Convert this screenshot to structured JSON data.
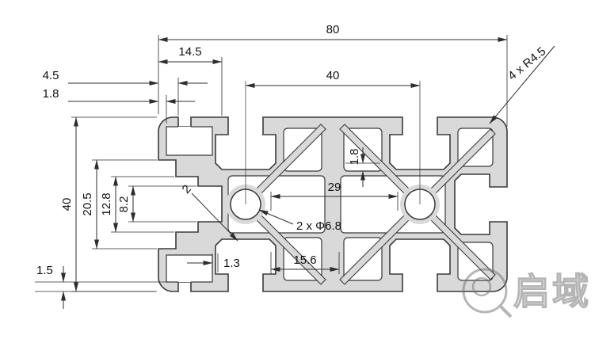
{
  "drawing": {
    "dimensions": {
      "overall_width": "80",
      "left_section_depth": "14.5",
      "top_left_wall": "4.5",
      "left_outer_wall": "1.8",
      "slot_center_span": "40",
      "corner_radius_callout": "4 x R4.5",
      "overall_height": "40",
      "left_slot_outer": "20.5",
      "left_slot_mid": "12.8",
      "left_slot_opening": "8.2",
      "inner_wall": "1.8",
      "cavity_span": "29",
      "web_thickness": "2",
      "hole_callout": "2 x Φ6.8",
      "bottom_lip": "1.3",
      "bottom_span": "15.6",
      "bottom_wall": "1.5"
    },
    "watermark_text": "启域"
  }
}
